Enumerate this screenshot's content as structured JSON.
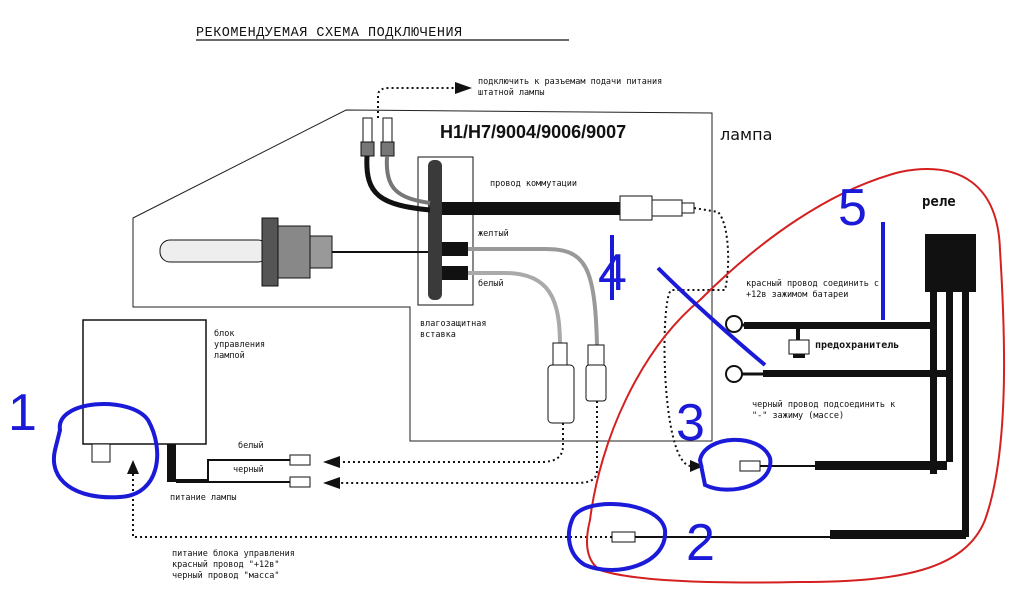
{
  "title": "РЕКОМЕНДУЕМАЯ СХЕМА ПОДКЛЮЧЕНИЯ",
  "lamp_models": "H1/H7/9004/9006/9007",
  "lamp_label": "лампа",
  "relay_label": "реле",
  "note_top_line1": "подключить к разъемам подачи питания",
  "note_top_line2": "штатной лампы",
  "switch_wire": "провод коммутации",
  "yellow": "желтый",
  "white": "белый",
  "seal_line1": "влагозащитная",
  "seal_line2": "вставка",
  "control_unit_line1": "блок",
  "control_unit_line2": "управления",
  "control_unit_line3": "лампой",
  "white_wire": "белый",
  "black_wire": "черный",
  "lamp_power": "питание лампы",
  "red_wire_line1": "красный провод соединить с",
  "red_wire_line2": "+12в зажимом батареи",
  "fuse": "предохранитель",
  "black_gnd_line1": "черный провод подсоединить к",
  "black_gnd_line2": "\"-\" зажиму (массе)",
  "ctrl_power_line1": "питание блока управления",
  "ctrl_power_line2": "красный провод \"+12в\"",
  "ctrl_power_line3": "черный провод \"масса\"",
  "marks": [
    "1",
    "2",
    "3",
    "4",
    "5"
  ],
  "colors": {
    "ink": "#111111",
    "marker_blue": "#1a1ad8",
    "marker_red": "#d42020"
  }
}
